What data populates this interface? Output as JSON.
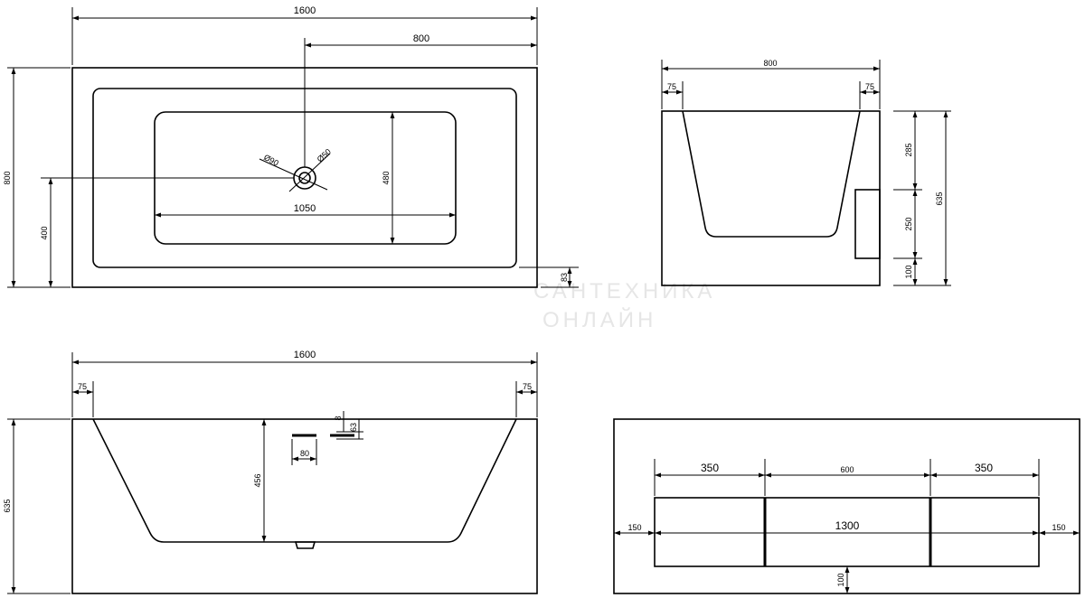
{
  "watermark": {
    "line1": "САНТЕХНИКА",
    "line2": "ОНЛАЙН"
  },
  "plan_view": {
    "length": "1600",
    "half_length": "800",
    "width": "800",
    "drain_offset": "400",
    "inner_length": "1050",
    "inner_width": "480",
    "drain_dia_outer": "Ø90",
    "drain_dia_inner": "Ø50",
    "rim_offset": "83"
  },
  "end_section": {
    "width": "800",
    "wall_left": "75",
    "wall_right": "75",
    "height": "635",
    "upper": "285",
    "middle": "250",
    "lower": "100"
  },
  "side_section": {
    "length": "1600",
    "wall_left": "75",
    "wall_right": "75",
    "height": "635",
    "depth": "456",
    "overflow_width": "80",
    "overflow_thickness": "8",
    "overflow_height": "63"
  },
  "base_frame": {
    "segment_left": "350",
    "segment_mid": "600",
    "segment_right": "350",
    "frame_length": "1300",
    "margin_left": "150",
    "margin_right": "150",
    "bottom_gap": "100"
  }
}
